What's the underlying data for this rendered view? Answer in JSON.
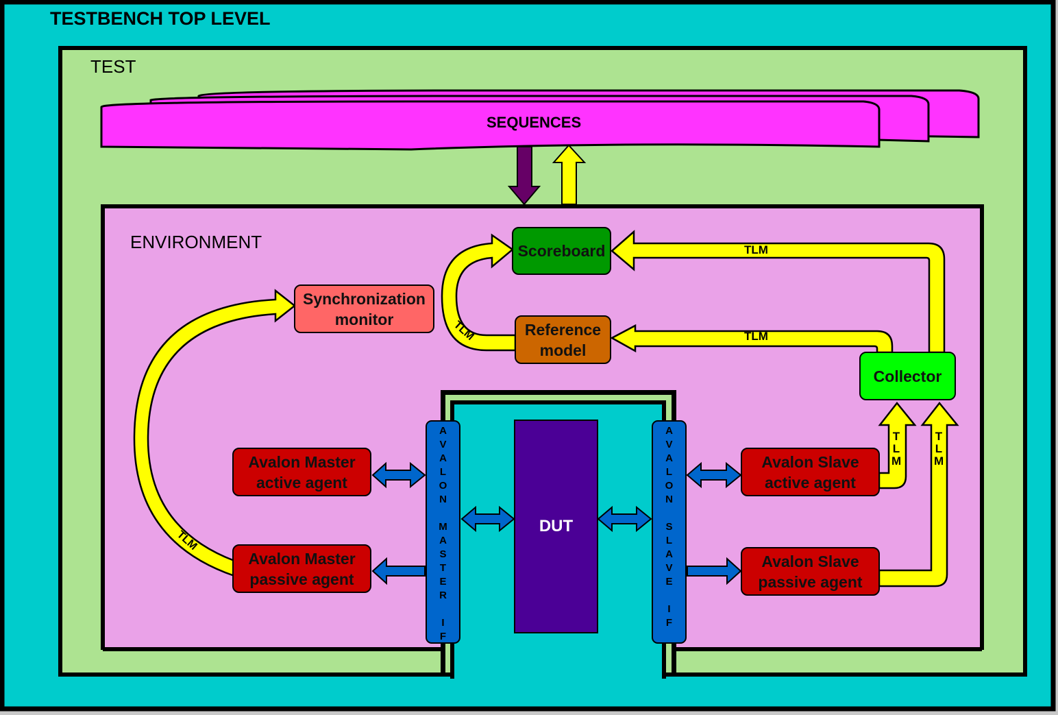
{
  "diagram": {
    "testbench_label": "TESTBENCH TOP LEVEL",
    "test_label": "TEST",
    "sequences_label": "SEQUENCES",
    "environment_label": "ENVIRONMENT",
    "components": {
      "scoreboard": "Scoreboard",
      "sync_monitor": [
        "Synchronization",
        "monitor"
      ],
      "reference_model": [
        "Reference",
        "model"
      ],
      "collector": "Collector",
      "master_active": [
        "Avalon Master",
        "active agent"
      ],
      "master_passive": [
        "Avalon Master",
        "passive agent"
      ],
      "slave_active": [
        "Avalon Slave",
        "active agent"
      ],
      "slave_passive": [
        "Avalon Slave",
        "passive agent"
      ],
      "dut": "DUT"
    },
    "interfaces": {
      "master_if": [
        "A",
        "V",
        "A",
        "L",
        "O",
        "N",
        "",
        "M",
        "A",
        "S",
        "T",
        "E",
        "R",
        "",
        "I",
        "F"
      ],
      "slave_if": [
        "A",
        "V",
        "A",
        "L",
        "O",
        "N",
        "",
        "S",
        "L",
        "A",
        "V",
        "E",
        "",
        "I",
        "F"
      ]
    },
    "connection_labels": {
      "collector_to_scoreboard": "TLM",
      "collector_to_refmodel": "TLM",
      "refmodel_to_scoreboard": "TLM",
      "master_passive_to_sync": "TLM",
      "slave_active_to_collector": "TLM",
      "slave_passive_to_collector": "TLM"
    },
    "colors": {
      "testbench_bg": "#00cccc",
      "test_bg": "#ade391",
      "environment_bg": "#eaa2e8",
      "sequences": "#ff33ff",
      "scoreboard": "#009900",
      "sync_monitor": "#ff6666",
      "reference_model": "#cc6600",
      "collector": "#00ff00",
      "agent": "#cc0000",
      "interface": "#0066cc",
      "dut": "#4b0096",
      "tlm_arrow": "#ffff00",
      "seq_down_arrow": "#660066"
    }
  }
}
